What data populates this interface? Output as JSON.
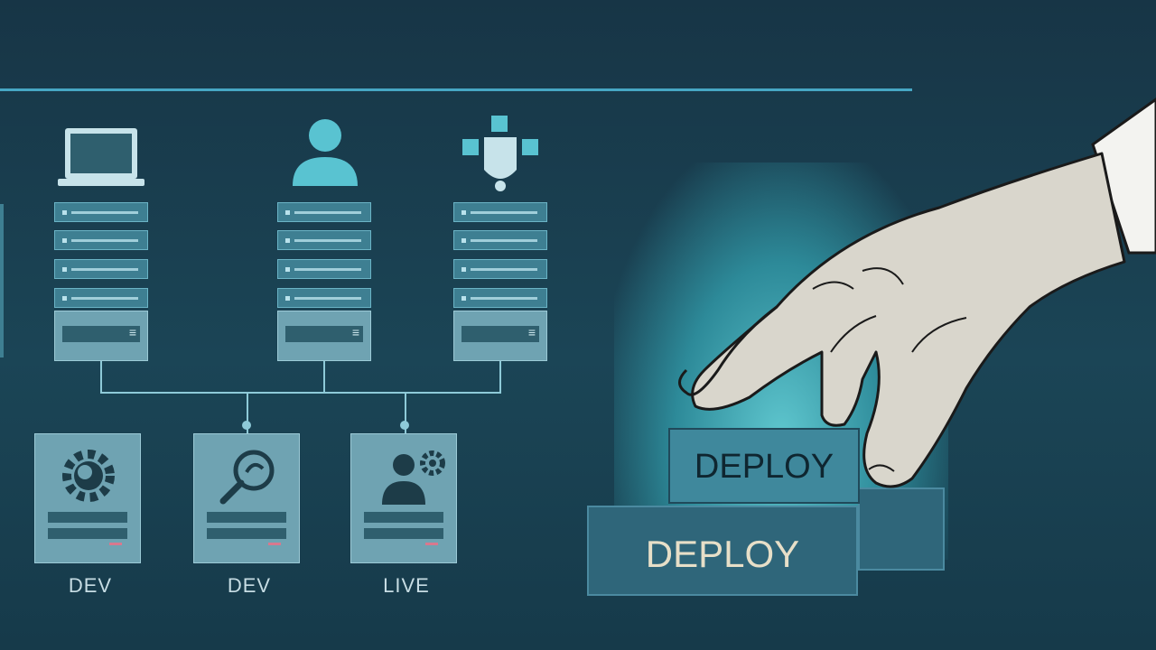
{
  "labels": {
    "env1": "DEV",
    "env2": "DEV",
    "env3": "LIVE"
  },
  "blocks": {
    "front_label": "DEPLOY",
    "back_label": "DEPLOY"
  },
  "colors": {
    "accent": "#46a7c4",
    "panel": "#6fa3b2",
    "block": "#3f889c",
    "hand": "#d9d6cc"
  },
  "icons": [
    "laptop-icon",
    "user-icon",
    "network-icon",
    "gear-icon",
    "search-icon",
    "user-gear-icon",
    "hand-icon"
  ]
}
